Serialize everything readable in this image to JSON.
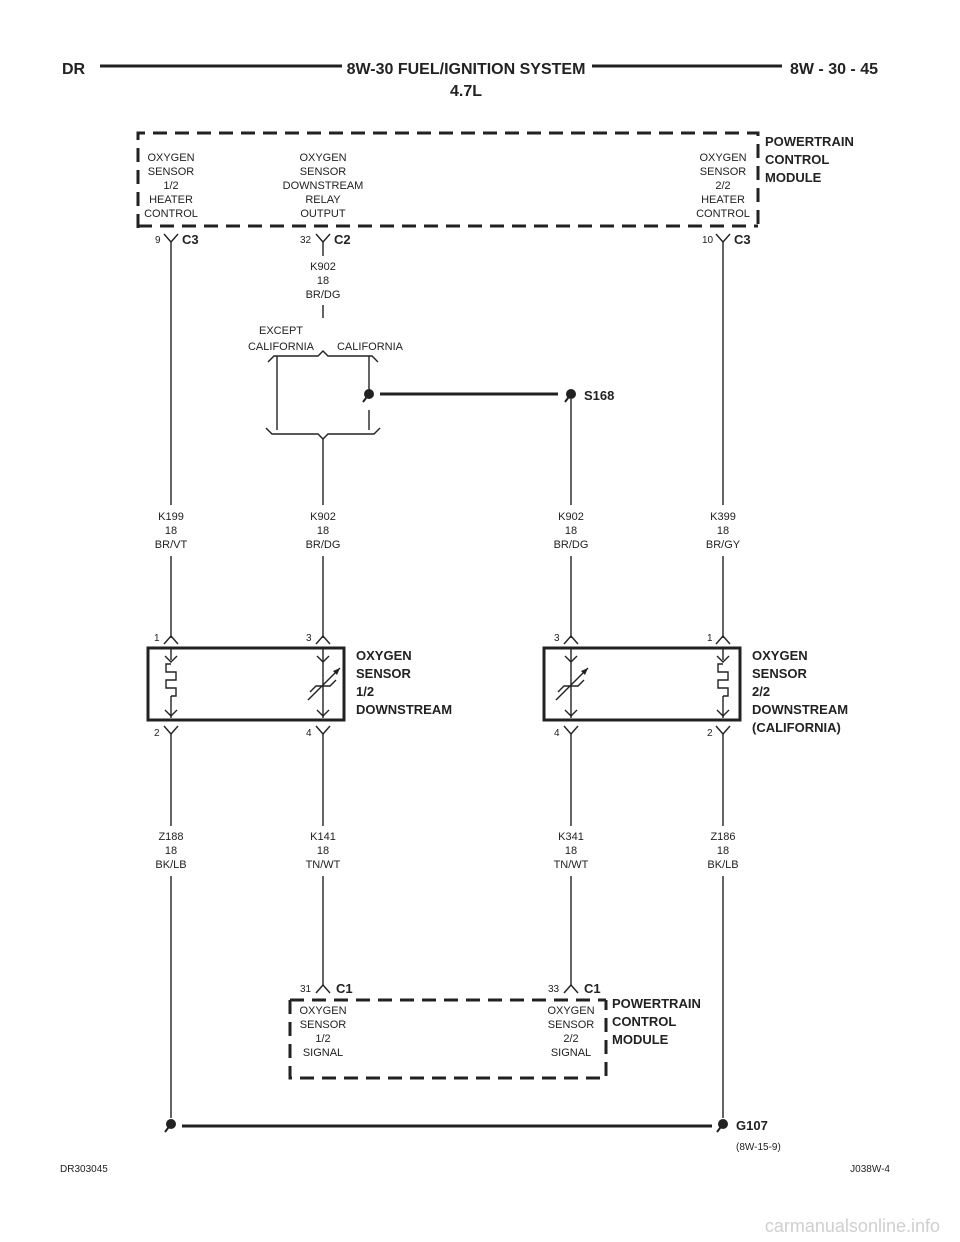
{
  "header": {
    "left": "DR",
    "title": "8W-30 FUEL/IGNITION SYSTEM",
    "subtitle": "4.7L",
    "right": "8W - 30 - 45"
  },
  "pcm_top": {
    "label": [
      "POWERTRAIN",
      "CONTROL",
      "MODULE"
    ],
    "pins": [
      {
        "text": [
          "OXYGEN",
          "SENSOR",
          "1/2",
          "HEATER",
          "CONTROL"
        ],
        "pin": "9",
        "connector": "C3"
      },
      {
        "text": [
          "OXYGEN",
          "SENSOR",
          "DOWNSTREAM",
          "RELAY",
          "OUTPUT"
        ],
        "pin": "32",
        "connector": "C2"
      },
      {
        "text": [
          "OXYGEN",
          "SENSOR",
          "2/2",
          "HEATER",
          "CONTROL"
        ],
        "pin": "10",
        "connector": "C3"
      }
    ]
  },
  "option": {
    "except_california": [
      "EXCEPT",
      "CALIFORNIA"
    ],
    "california": "CALIFORNIA"
  },
  "splice": {
    "name": "S168"
  },
  "wires": {
    "k902_top": [
      "K902",
      "18",
      "BR/DG"
    ],
    "k199": [
      "K199",
      "18",
      "BR/VT"
    ],
    "k902_a": [
      "K902",
      "18",
      "BR/DG"
    ],
    "k902_b": [
      "K902",
      "18",
      "BR/DG"
    ],
    "k399": [
      "K399",
      "18",
      "BR/GY"
    ],
    "z188": [
      "Z188",
      "18",
      "BK/LB"
    ],
    "k141": [
      "K141",
      "18",
      "TN/WT"
    ],
    "k341": [
      "K341",
      "18",
      "TN/WT"
    ],
    "z186": [
      "Z186",
      "18",
      "BK/LB"
    ]
  },
  "sensor_left": {
    "label": [
      "OXYGEN",
      "SENSOR",
      "1/2",
      "DOWNSTREAM"
    ],
    "pins": {
      "tl": "1",
      "tr": "3",
      "bl": "2",
      "br": "4"
    }
  },
  "sensor_right": {
    "label": [
      "OXYGEN",
      "SENSOR",
      "2/2",
      "DOWNSTREAM",
      "(CALIFORNIA)"
    ],
    "pins": {
      "tl": "3",
      "tr": "1",
      "bl": "4",
      "br": "2"
    }
  },
  "pcm_bottom": {
    "label": [
      "POWERTRAIN",
      "CONTROL",
      "MODULE"
    ],
    "pins": [
      {
        "text": [
          "OXYGEN",
          "SENSOR",
          "1/2",
          "SIGNAL"
        ],
        "pin": "31",
        "connector": "C1"
      },
      {
        "text": [
          "OXYGEN",
          "SENSOR",
          "2/2",
          "SIGNAL"
        ],
        "pin": "33",
        "connector": "C1"
      }
    ]
  },
  "ground": {
    "name": "G107",
    "ref": "(8W-15-9)"
  },
  "footer": {
    "left": "DR303045",
    "right": "J038W-4"
  },
  "watermark": "carmanualsonline.info"
}
